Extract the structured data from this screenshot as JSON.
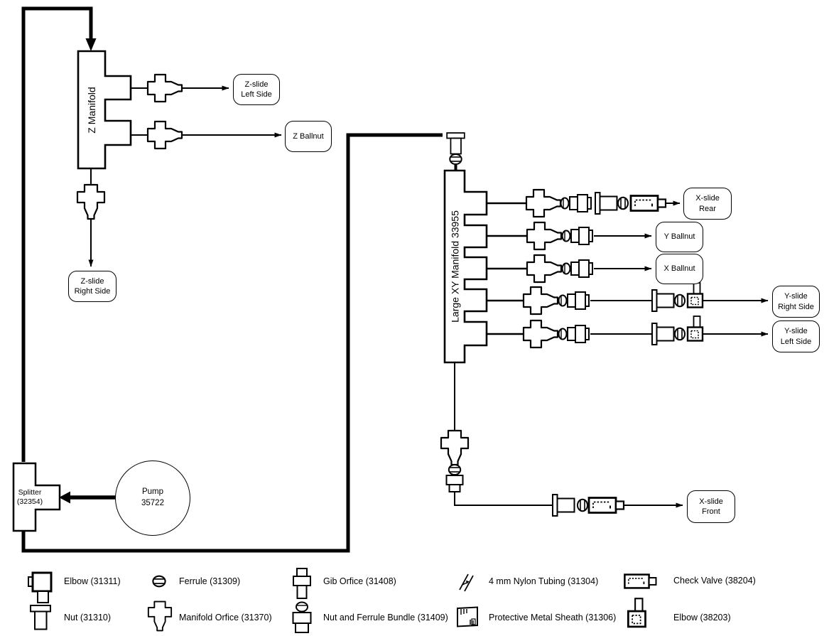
{
  "diagram": {
    "manifolds": {
      "z": "Z Manifold",
      "xy": "Large XY Manifold 33955"
    },
    "pump": "Pump\n35722",
    "splitter": "Splitter\n(32354)",
    "nodes": {
      "z_slide_left": "Z-slide\nLeft Side",
      "z_ballnut": "Z Ballnut",
      "z_slide_right": "Z-slide\nRight Side",
      "x_slide_rear": "X-slide\nRear",
      "y_ballnut": "Y Ballnut",
      "x_ballnut": "X Ballnut",
      "y_slide_right": "Y-slide\nRight Side",
      "y_slide_left": "Y-slide\nLeft Side",
      "x_slide_front": "X-slide\nFront"
    }
  },
  "legend": {
    "items": [
      {
        "icon": "elbow-31311-icon",
        "label": "Elbow (31311)"
      },
      {
        "icon": "ferrule-icon",
        "label": "Ferrule (31309)"
      },
      {
        "icon": "gib-orfice-icon",
        "label": "Gib Orfice (31408)"
      },
      {
        "icon": "nylon-tubing-icon",
        "label": "4 mm Nylon Tubing (31304)"
      },
      {
        "icon": "check-valve-icon",
        "label": "Check Valve (38204)"
      },
      {
        "icon": "nut-icon",
        "label": "Nut (31310)"
      },
      {
        "icon": "manifold-orfice-icon",
        "label": "Manifold Orfice (31370)"
      },
      {
        "icon": "nut-ferrule-bundle-icon",
        "label": "Nut and Ferrule Bundle (31409)"
      },
      {
        "icon": "protective-metal-sheath-icon",
        "label": "Protective Metal Sheath (31306)"
      },
      {
        "icon": "elbow-38203-icon",
        "label": "Elbow (38203)"
      }
    ]
  },
  "colors": {
    "line": "#000000",
    "background": "#ffffff"
  }
}
